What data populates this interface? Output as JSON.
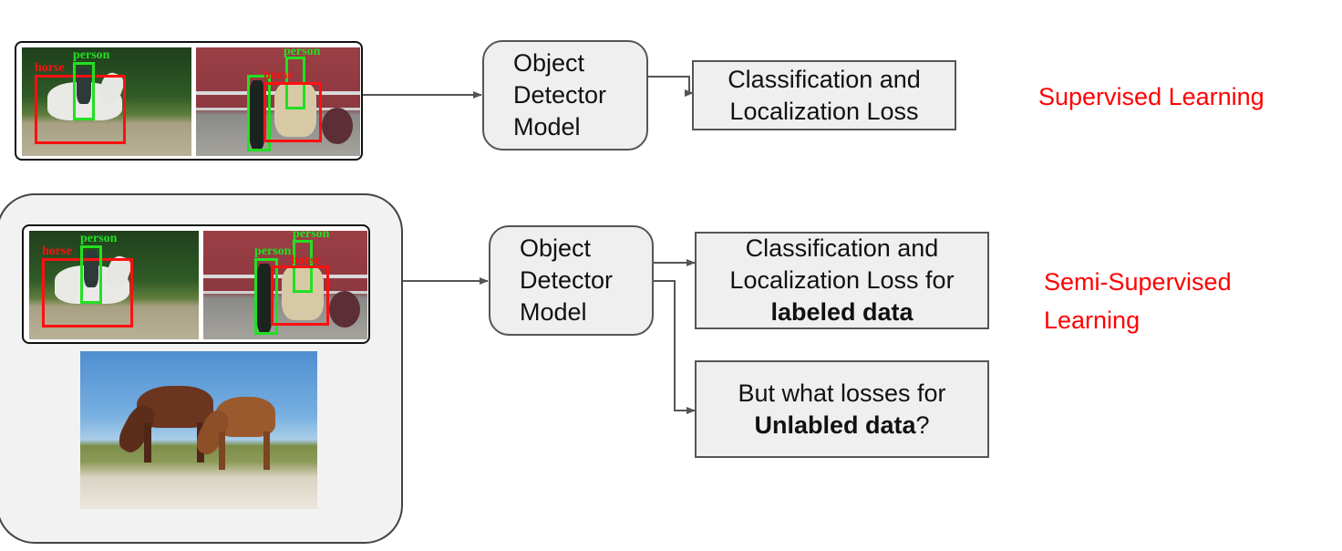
{
  "supervised": {
    "model_label": "Object\nDetector\nModel",
    "loss_label": "Classification and\nLocalization Loss",
    "side_label": "Supervised Learning",
    "image_tags": {
      "left_person": "person",
      "left_horse": "horse",
      "right_person": "person",
      "right_horse": "horse"
    }
  },
  "semi_supervised": {
    "model_label": "Object\nDetector\nModel",
    "loss_labeled_line1": "Classification and",
    "loss_labeled_line2": "Localization Loss for",
    "loss_labeled_bold": "labeled data",
    "loss_unlabeled_line1": "But what losses for",
    "loss_unlabeled_bold": "Unlabled data",
    "loss_unlabeled_tail": "?",
    "side_label_line1": "Semi-Supervised",
    "side_label_line2": "Learning",
    "image_tags": {
      "left_person": "person",
      "left_horse": "horse",
      "right_person1": "person",
      "right_person2": "person",
      "right_horse": "horse"
    }
  },
  "colors": {
    "accent_red": "#ff0000",
    "box_fill": "#efefef",
    "bbox_green": "#22e022",
    "bbox_red": "#ff1010"
  }
}
